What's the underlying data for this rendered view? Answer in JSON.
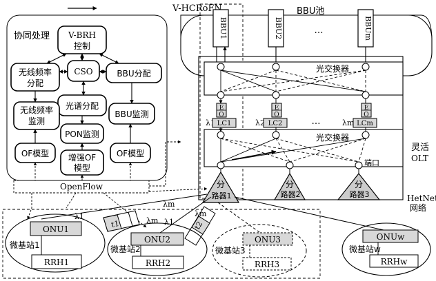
{
  "title": "V-HCRoFN",
  "collab": {
    "title": "协同处理",
    "vbrh": [
      "V-BRH",
      "控制"
    ],
    "radio_alloc": [
      "无线频率",
      "分配"
    ],
    "cso": "CSO",
    "bbu_alloc": "BBU分配",
    "spectrum_alloc": "光谱分配",
    "radio_monitor": [
      "无线频率",
      "监测"
    ],
    "bbu_monitor": "BBU监测",
    "pon_monitor": "PON监测",
    "of_model_left": "OF模型",
    "enhanced_of": [
      "增强OF",
      "模型"
    ],
    "of_model_right": "OF模型",
    "openflow": "OpenFlow"
  },
  "bbu_pool": {
    "title": "BBU池",
    "units": [
      "BBU1",
      "BBU2",
      "…",
      "BBUm"
    ]
  },
  "olt": {
    "switch_top": "光交换器",
    "switch_bottom": "光交换器",
    "eo": [
      "E",
      "O"
    ],
    "lambdas": [
      "λ1",
      "λ2",
      "…",
      "λm"
    ],
    "lc": [
      "LC1",
      "LC2",
      "…",
      "LCm"
    ],
    "port": "端口",
    "flex_label": [
      "灵活",
      "OLT"
    ]
  },
  "splitters": [
    [
      "分",
      "路器1"
    ],
    [
      "分",
      "路器2"
    ],
    [
      "分",
      "路器3"
    ]
  ],
  "hetnet": [
    "HetNet",
    "网络"
  ],
  "cells": [
    {
      "onu": "ONU1",
      "rrh": "RRH1",
      "label": "微基站1"
    },
    {
      "onu": "ONU2",
      "rrh": "RRH2",
      "label": "微基站2"
    },
    {
      "onu": "ONU3",
      "rrh": "RRH3",
      "label": "微基站3"
    },
    {
      "onu": "ONUw",
      "rrh": "RRHw",
      "label": "微基站w"
    }
  ],
  "frames": [
    "t1",
    "t2"
  ],
  "fiber_labels": [
    "λ1",
    "λm",
    "λm",
    "λ1",
    "λm"
  ]
}
